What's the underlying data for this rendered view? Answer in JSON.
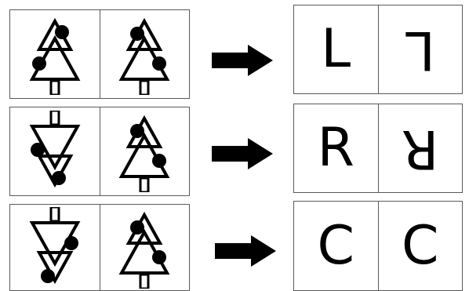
{
  "rows": [
    {
      "letters": [
        "L",
        "L"
      ],
      "letter_transform": [
        "none",
        "rot180"
      ]
    },
    {
      "letters": [
        "R",
        "R"
      ],
      "letter_transform": [
        "none",
        "rot180"
      ]
    },
    {
      "letters": [
        "C",
        "C"
      ],
      "letter_transform": [
        "none",
        "none"
      ]
    }
  ],
  "trees": [
    [
      "tree-upright-dots-left",
      "tree-upright-dots-right"
    ],
    [
      "tree-inverted-dots",
      "tree-upright-dots-right"
    ],
    [
      "tree-inverted-dots",
      "tree-upright-dots-right"
    ]
  ],
  "colors": {
    "ink": "#000000",
    "border": "#5a5a5a",
    "background": "#ffffff"
  },
  "icons": {
    "arrow": "right-arrow-icon"
  }
}
